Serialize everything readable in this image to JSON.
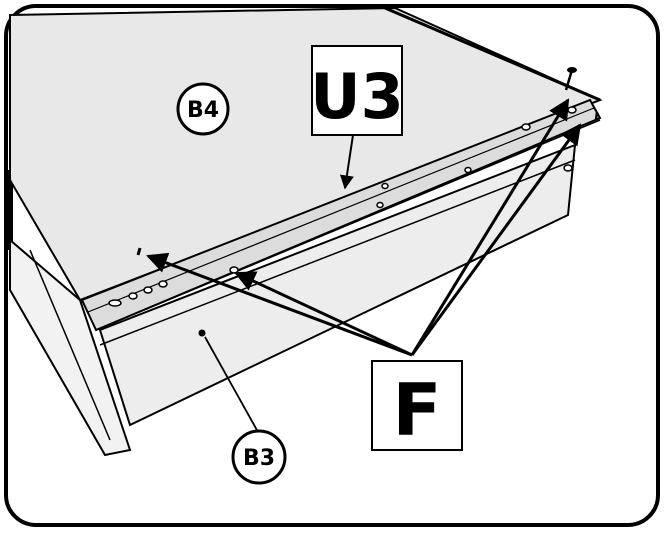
{
  "labels": {
    "b4": "B4",
    "u3": "U3",
    "b3": "B3",
    "f": "F"
  }
}
